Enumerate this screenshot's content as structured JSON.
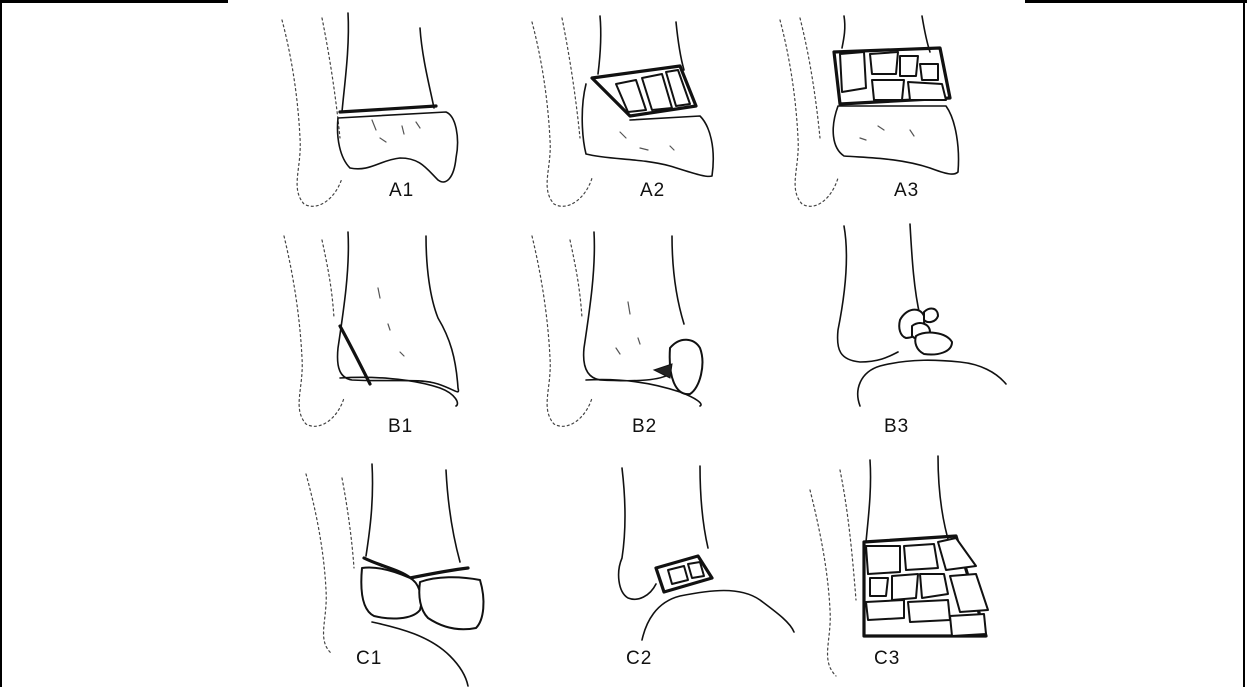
{
  "figure": {
    "panels": [
      {
        "id": "A1",
        "label": "A1"
      },
      {
        "id": "A2",
        "label": "A2"
      },
      {
        "id": "A3",
        "label": "A3"
      },
      {
        "id": "B1",
        "label": "B1"
      },
      {
        "id": "B2",
        "label": "B2"
      },
      {
        "id": "B3",
        "label": "B3"
      },
      {
        "id": "C1",
        "label": "C1"
      },
      {
        "id": "C2",
        "label": "C2"
      },
      {
        "id": "C3",
        "label": "C3"
      }
    ]
  },
  "colors": {
    "line": "#111111",
    "background": "#ffffff"
  }
}
